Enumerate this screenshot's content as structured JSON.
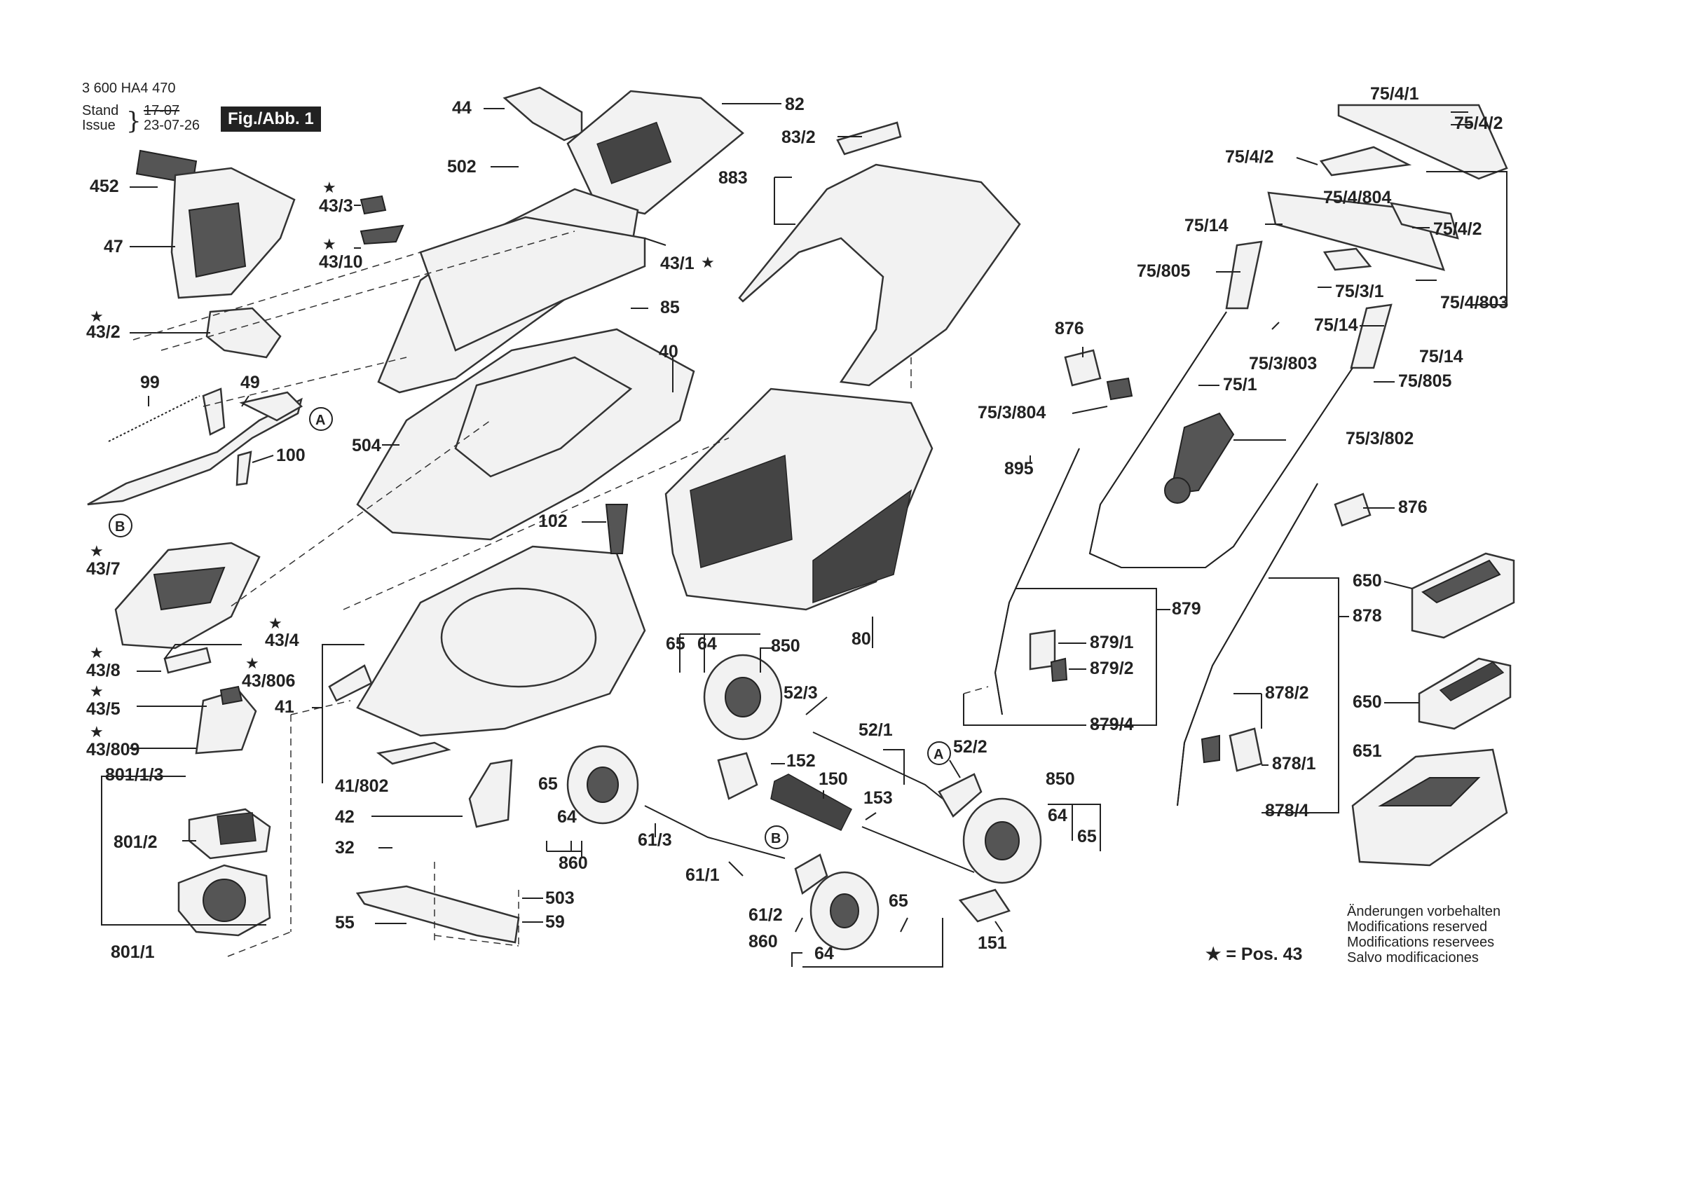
{
  "header": {
    "doc_number": "3 600 HA4 470",
    "stand_label": "Stand",
    "issue_label": "Issue",
    "stand_value": "17-07",
    "issue_value": "23-07-26",
    "fig_label": "Fig./Abb. 1"
  },
  "callout_letters": {
    "a": "A",
    "b": "B"
  },
  "part_labels": {
    "p44": "44",
    "p82": "82",
    "p83_2": "83/2",
    "p502": "502",
    "p452": "452",
    "p43_3": "43/3",
    "p43_10": "43/10",
    "p883": "883",
    "p47": "47",
    "p43_1": "43/1",
    "p85": "85",
    "p43_2": "43/2",
    "p40": "40",
    "p99": "99",
    "p49": "49",
    "p100": "100",
    "p504": "504",
    "p102": "102",
    "p43_7": "43/7",
    "p43_4": "43/4",
    "p43_8": "43/8",
    "p43_806": "43/806",
    "p43_5": "43/5",
    "p41": "41",
    "p43_809": "43/809",
    "p801_1_3": "801/1/3",
    "p801_2": "801/2",
    "p41_802": "41/802",
    "p42": "42",
    "p32": "32",
    "p55": "55",
    "p503": "503",
    "p59": "59",
    "p801_1": "801/1",
    "p80": "80",
    "p65a": "65",
    "p64a": "64",
    "p850a": "850",
    "p52_3": "52/3",
    "p52_1": "52/1",
    "p52_2": "52/2",
    "p152": "152",
    "p150": "150",
    "p65b": "65",
    "p64b": "64",
    "p860a": "860",
    "p153": "153",
    "p61_3": "61/3",
    "p61_1": "61/1",
    "p61_2": "61/2",
    "p860b": "860",
    "p64c": "64",
    "p65c": "65",
    "p151": "151",
    "p850b": "850",
    "p64d": "64",
    "p65d": "65",
    "p75_4_1": "75/4/1",
    "p75_4_2a": "75/4/2",
    "p75_4_2b": "75/4/2",
    "p75_4_804": "75/4/804",
    "p75_14a": "75/14",
    "p75_4_2c": "75/4/2",
    "p75_805a": "75/805",
    "p75_3_1": "75/3/1",
    "p75_4_803": "75/4/803",
    "p75_14b": "75/14",
    "p876a": "876",
    "p75_14c": "75/14",
    "p75_3_803": "75/3/803",
    "p75_805b": "75/805",
    "p75_1": "75/1",
    "p75_3_804": "75/3/804",
    "p75_3_802": "75/3/802",
    "p895": "895",
    "p876b": "876",
    "p879": "879",
    "p879_1": "879/1",
    "p879_2": "879/2",
    "p879_4": "879/4",
    "p650a": "650",
    "p878": "878",
    "p878_2": "878/2",
    "p650b": "650",
    "p651": "651",
    "p878_1": "878/1",
    "p878_4": "878/4"
  },
  "star_symbol": "★",
  "legend": {
    "text": "★ = Pos. 43"
  },
  "notes": {
    "line1": "Änderungen vorbehalten",
    "line2": "Modifications reserved",
    "line3": "Modifications reservees",
    "line4": "Salvo modificaciones"
  },
  "colors": {
    "ink": "#222222",
    "fill": "#f2f2f2",
    "mesh": "#444444"
  }
}
